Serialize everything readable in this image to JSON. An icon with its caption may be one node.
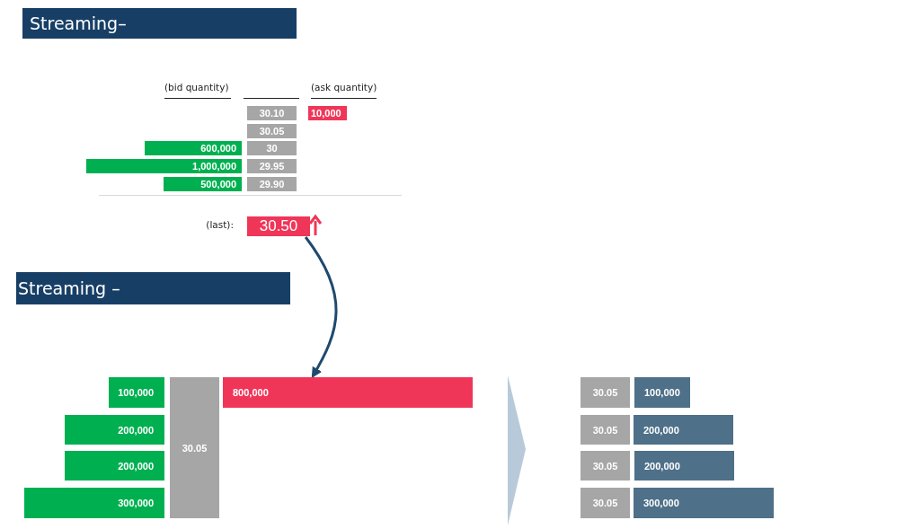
{
  "diagram": {
    "title": "Streaming–",
    "nodes": [
      {
        "text": [
          "30.10"
        ]
      },
      {
        "text": [
          "10,000"
        ]
      },
      {
        "text": [
          "30.05"
        ]
      },
      {
        "text": [
          "600,000"
        ]
      },
      {
        "text": [
          "30"
        ]
      },
      {
        "text": [
          "1,000,000"
        ]
      },
      {
        "text": [
          "29.95"
        ]
      },
      {
        "text": [
          "500,000"
        ]
      },
      {
        "text": [
          "29.90"
        ]
      },
      {
        "text": [
          "30.50"
        ]
      },
      {
        "text": [
          "100,000"
        ]
      },
      {
        "text": [
          "30.05"
        ]
      },
      {
        "text": [
          "800,000"
        ]
      },
      {
        "text": [
          "200,000"
        ]
      },
      {
        "text": [
          "200,000"
        ]
      },
      {
        "text": [
          "300,000"
        ]
      },
      {
        "text": [
          "30.05"
        ]
      },
      {
        "text": [
          "100,000"
        ]
      },
      {
        "text": [
          "30.05"
        ]
      },
      {
        "text": [
          "200,000"
        ]
      },
      {
        "text": [
          "30.05"
        ]
      },
      {
        "text": [
          "200,000"
        ]
      },
      {
        "text": [
          "30.05"
        ]
      },
      {
        "text": [
          "300,000"
        ]
      },
      {
        "text": [],
        "shape": "chevron"
      }
    ],
    "edges": [
      {
        "from": 9,
        "to": 12,
        "arrow": "to"
      }
    ],
    "labels": [
      "(bid quantity)",
      "(ask quantity)",
      "(last):",
      "Streaming –"
    ]
  }
}
